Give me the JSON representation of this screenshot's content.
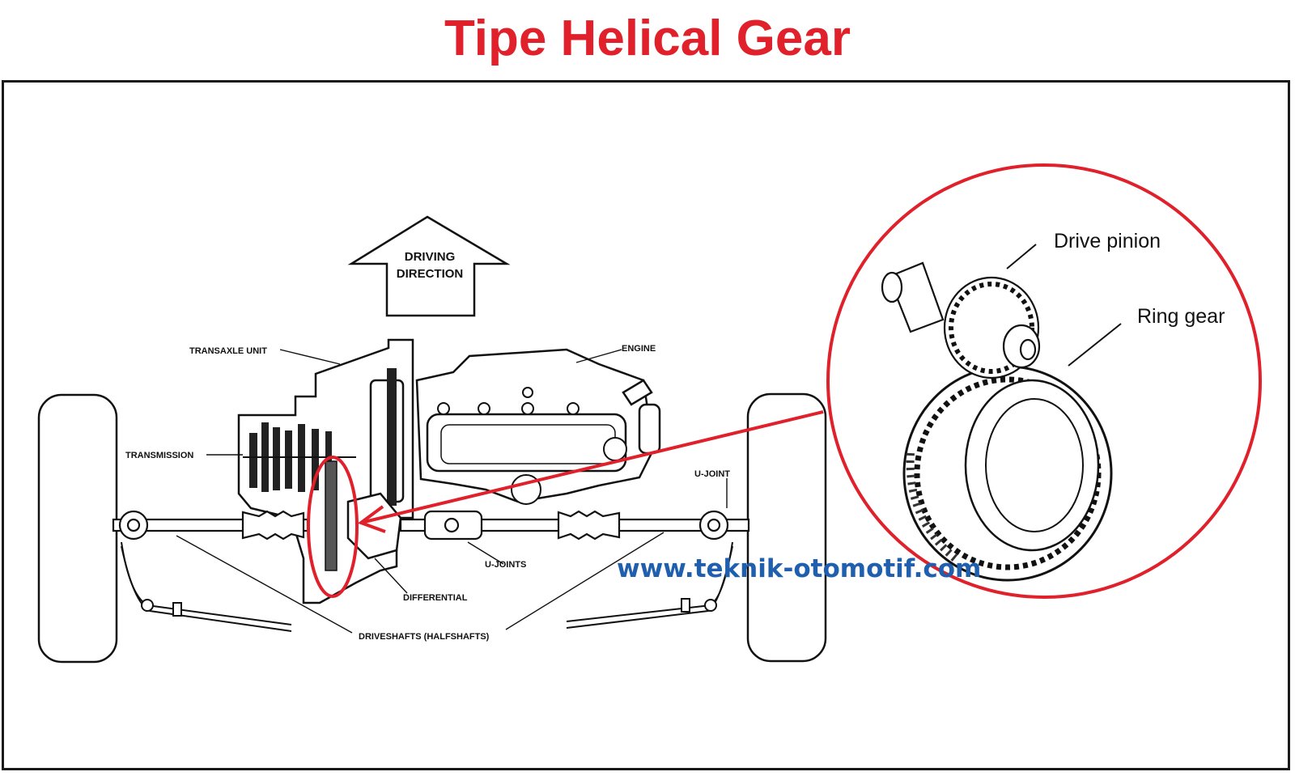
{
  "title": "Tipe Helical Gear",
  "arrow": {
    "line1": "DRIVING",
    "line2": "DIRECTION"
  },
  "labels": {
    "transaxle_unit": "TRANSAXLE UNIT",
    "engine": "ENGINE",
    "transmission": "TRANSMISSION",
    "u_joint": "U-JOINT",
    "u_joints": "U-JOINTS",
    "differential": "DIFFERENTIAL",
    "driveshafts": "DRIVESHAFTS (HALFSHAFTS)"
  },
  "zoom": {
    "drive_pinion": "Drive pinion",
    "ring_gear": "Ring gear"
  },
  "watermark": "www.teknik-otomotif.com",
  "colors": {
    "accent": "#e0202a",
    "watermark": "#1f5fae",
    "ink": "#111111"
  }
}
